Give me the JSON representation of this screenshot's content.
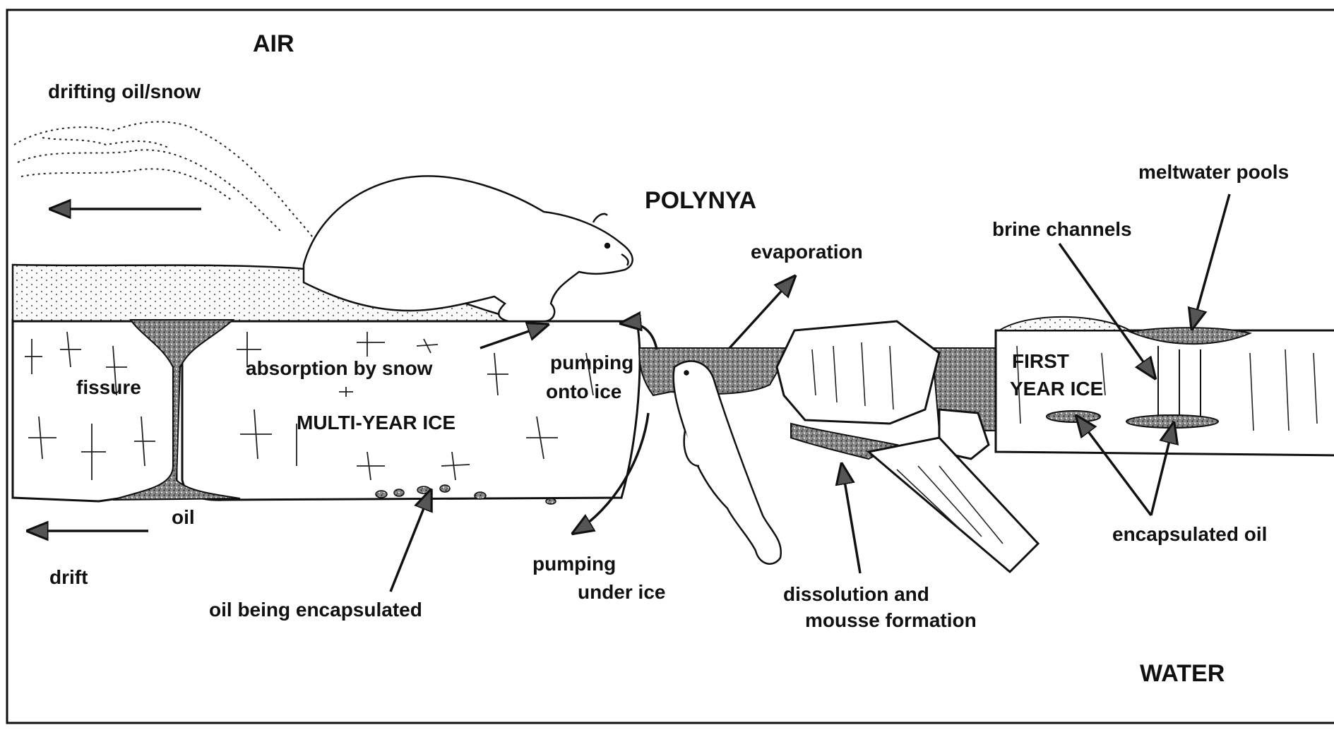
{
  "diagram": {
    "labels": {
      "air": "AIR",
      "drifting": "drifting oil/snow",
      "polynya": "POLYNYA",
      "evaporation": "evaporation",
      "meltwater": "meltwater pools",
      "brine": "brine channels",
      "fissure": "fissure",
      "absorption": "absorption by snow",
      "multiyear": "MULTI-YEAR ICE",
      "pumping_onto_1": "pumping",
      "pumping_onto_2": "onto ice",
      "first_year_1": "FIRST",
      "first_year_2": "YEAR ICE",
      "oil": "oil",
      "drift": "drift",
      "oil_encapsulated": "oil being encapsulated",
      "pumping_under_1": "pumping",
      "pumping_under_2": "under ice",
      "dissolution_1": "dissolution and",
      "dissolution_2": "mousse formation",
      "encapsulated": "encapsulated oil",
      "water": "WATER"
    },
    "colors": {
      "ink": "#111111",
      "oil_stipple": "#6b6b6b",
      "snow": "#f4f4f4",
      "background": "#ffffff"
    }
  }
}
